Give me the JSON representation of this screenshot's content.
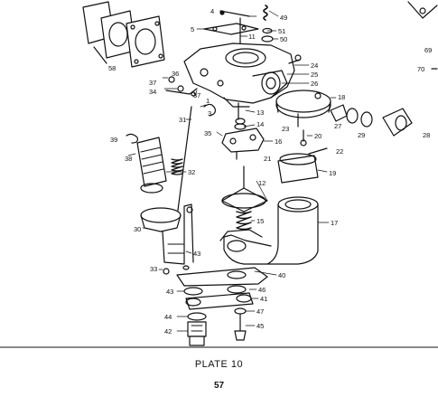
{
  "document": {
    "plate_title": "PLATE 10",
    "page_number": "57"
  },
  "callouts": {
    "c1": "1",
    "c3": "3",
    "c4": "4",
    "c5": "5",
    "c11": "11",
    "c12": "12",
    "c13": "13",
    "c14": "14",
    "c15": "15",
    "c16": "16",
    "c17": "17",
    "c18": "18",
    "c19": "19",
    "c20": "20",
    "c21": "21",
    "c22": "22",
    "c23": "23",
    "c24": "24",
    "c25": "25",
    "c26": "26",
    "c27": "27",
    "c28": "28",
    "c29": "29",
    "c30": "30",
    "c31": "31",
    "c32": "32",
    "c33": "33",
    "c34": "34",
    "c35": "35",
    "c36": "36",
    "c37a": "37",
    "c37b": "37",
    "c38": "38",
    "c39": "39",
    "c40": "40",
    "c41": "41",
    "c42": "42",
    "c43a": "43",
    "c43b": "43",
    "c44": "44",
    "c45": "45",
    "c46": "46",
    "c47": "47",
    "c49": "49",
    "c50": "50",
    "c51": "51",
    "c58": "58",
    "c69": "69",
    "c70": "70"
  }
}
